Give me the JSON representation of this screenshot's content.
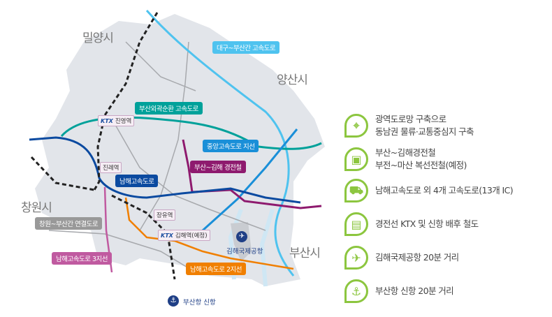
{
  "cities": {
    "miryang": "밀양시",
    "yangsan": "양산시",
    "changwon": "창원시",
    "busan": "부산시"
  },
  "roads": {
    "daegu_busan": "대구~부산간 고속도로",
    "busan_outer": "부산외곽순환 고속도로",
    "jungang_branch": "중앙고속도로 지선",
    "light_rail": "부산~김해 경전철",
    "namhae": "남해고속도로",
    "changwon_busan": "창원~부산간 연결도로",
    "namhae3": "남해고속도로 3지선",
    "namhae2": "남해고속도로 2지선"
  },
  "stations": {
    "ktx": "KTX",
    "jinyeong": "진영역",
    "jillye": "진례역",
    "jangyu": "장유역",
    "gimhae": "김해역(예정)"
  },
  "airport": "김해국제공항",
  "port": "부산항 신항",
  "colors": {
    "accent": "#8cc63f",
    "navy": "#1f3f86",
    "teal": "#00a19a",
    "lightblue": "#4fc3ef",
    "blue": "#1a8fd8",
    "purple": "#8e1a6e",
    "pink": "#c05aa0",
    "orange": "#f07f00"
  },
  "features": [
    {
      "icon": "map-icon",
      "line1": "광역도로망 구축으로",
      "line2": "동남권 물류·교통중심지 구축"
    },
    {
      "icon": "tram-icon",
      "line1": "부산~김해경전철",
      "line2": "부전~마산 복선전철(예정)"
    },
    {
      "icon": "car-icon",
      "line1": "남해고속도로 외 4개 고속도로(13개 IC)",
      "line2": ""
    },
    {
      "icon": "train-icon",
      "line1": "경전선 KTX 및 신항 배후 철도",
      "line2": ""
    },
    {
      "icon": "airplane-icon",
      "line1": "김해국제공항 20분 거리",
      "line2": ""
    },
    {
      "icon": "anchor-icon",
      "line1": "부산항 신항 20분 거리",
      "line2": ""
    }
  ]
}
